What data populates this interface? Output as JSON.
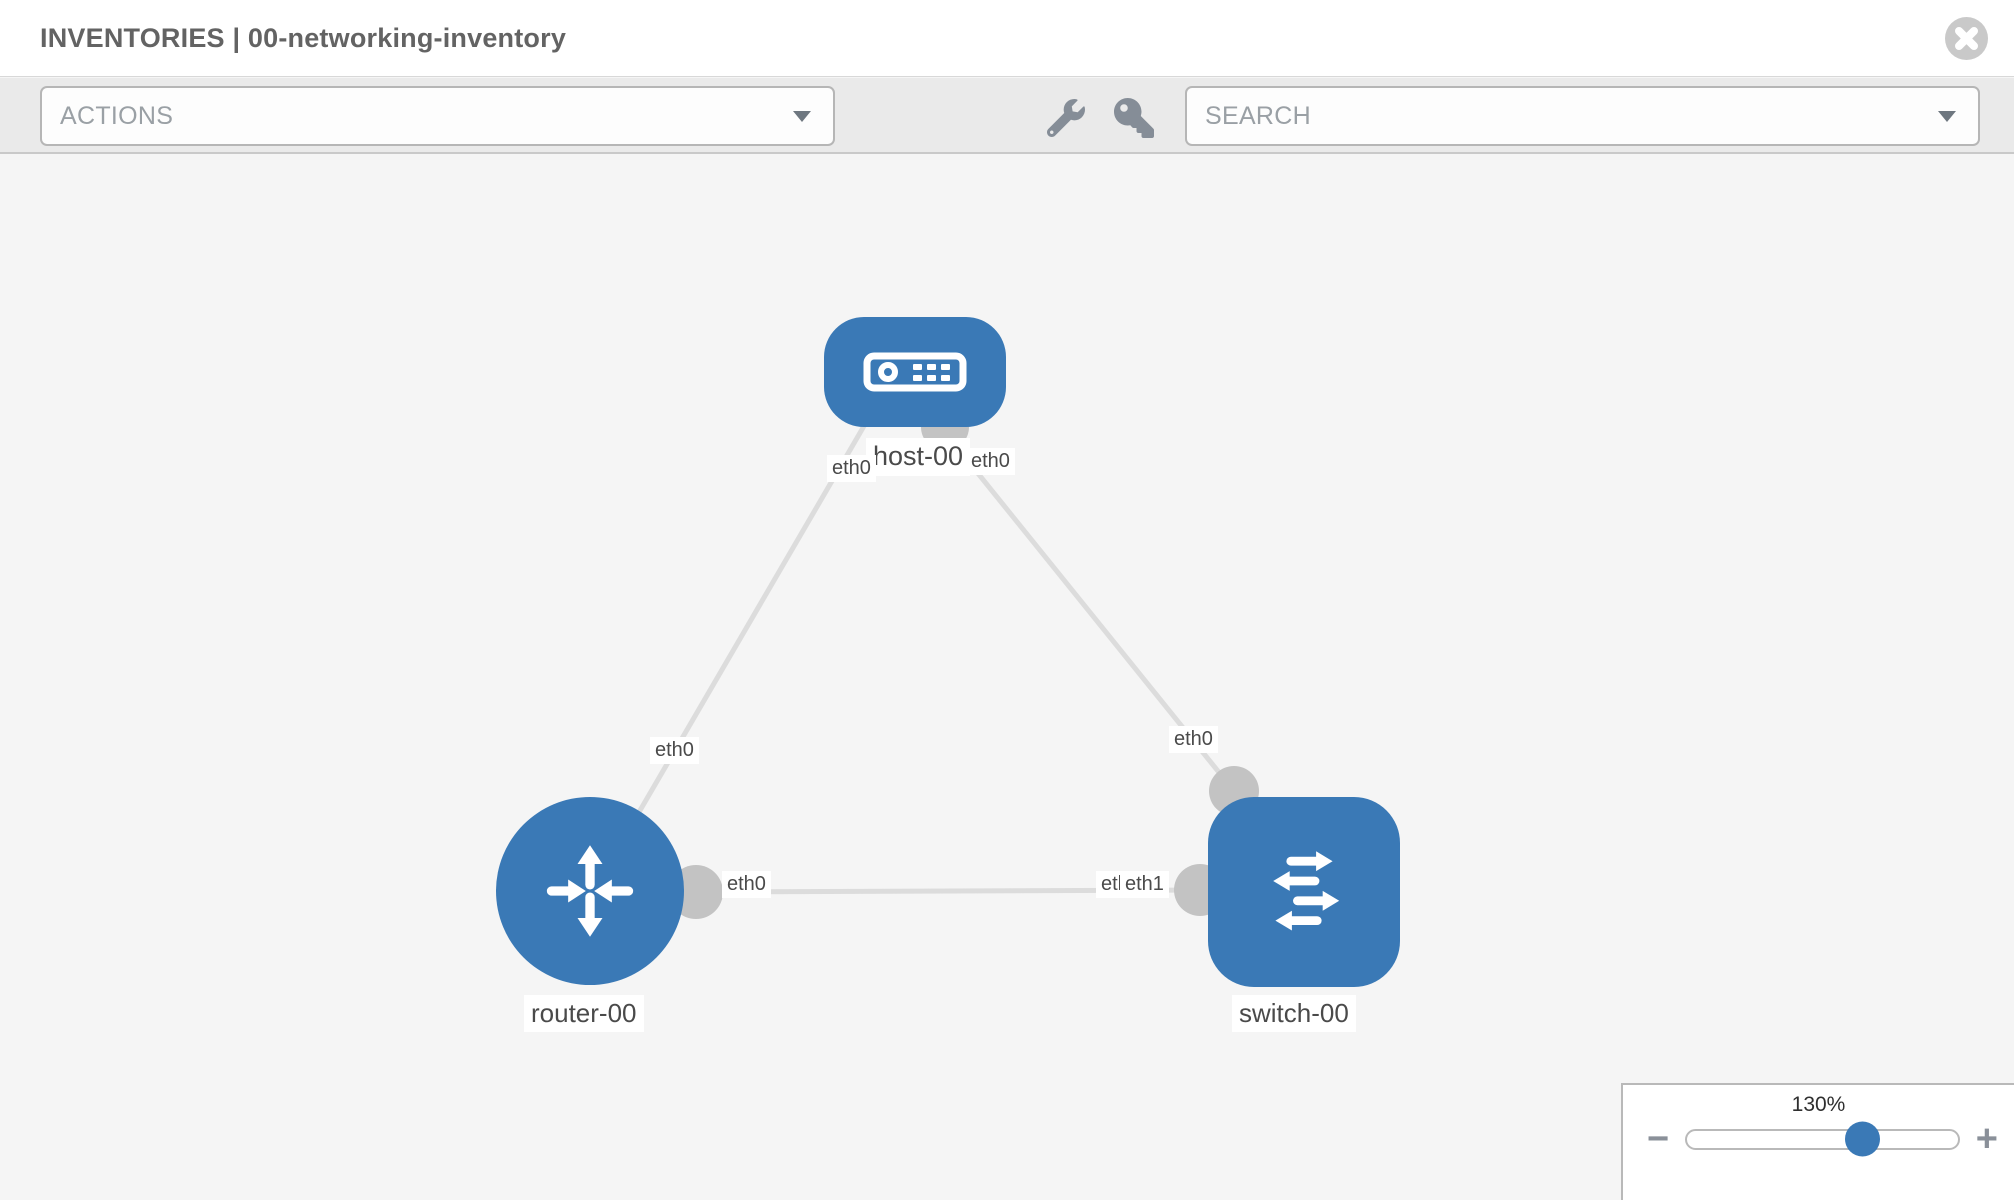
{
  "header": {
    "title": "INVENTORIES | 00-networking-inventory"
  },
  "toolbar": {
    "actions_label": "ACTIONS",
    "search_placeholder": "SEARCH"
  },
  "icons": {
    "close": "x-circle",
    "wrench": "wrench",
    "key": "key",
    "actions_caret": "chevron-down",
    "search_caret": "chevron-down",
    "host": "server",
    "router": "router-crossed-arrows",
    "switch": "switch-arrows",
    "zoom_out": "minus",
    "zoom_in": "plus"
  },
  "topology": {
    "nodes": [
      {
        "id": "host-00",
        "type": "host",
        "label": "host-00"
      },
      {
        "id": "router-00",
        "type": "router",
        "label": "router-00"
      },
      {
        "id": "switch-00",
        "type": "switch",
        "label": "switch-00"
      }
    ],
    "links": [
      {
        "id": "host-router",
        "labels": [
          "eth0",
          "eth0"
        ]
      },
      {
        "id": "host-switch",
        "labels": [
          "eth0",
          "eth0"
        ]
      },
      {
        "id": "router-switch",
        "labels": [
          "eth0",
          "eth0",
          "eth1"
        ]
      }
    ]
  },
  "zoom_control": {
    "value": "130%",
    "minus": "−",
    "plus": "+"
  },
  "colors": {
    "node_blue": "#3a79b6",
    "edge_gray": "#dcdcdc",
    "port_gray": "#c3c3c3",
    "toolbar_bg": "#eaeaea",
    "canvas_bg": "#f5f5f5"
  }
}
